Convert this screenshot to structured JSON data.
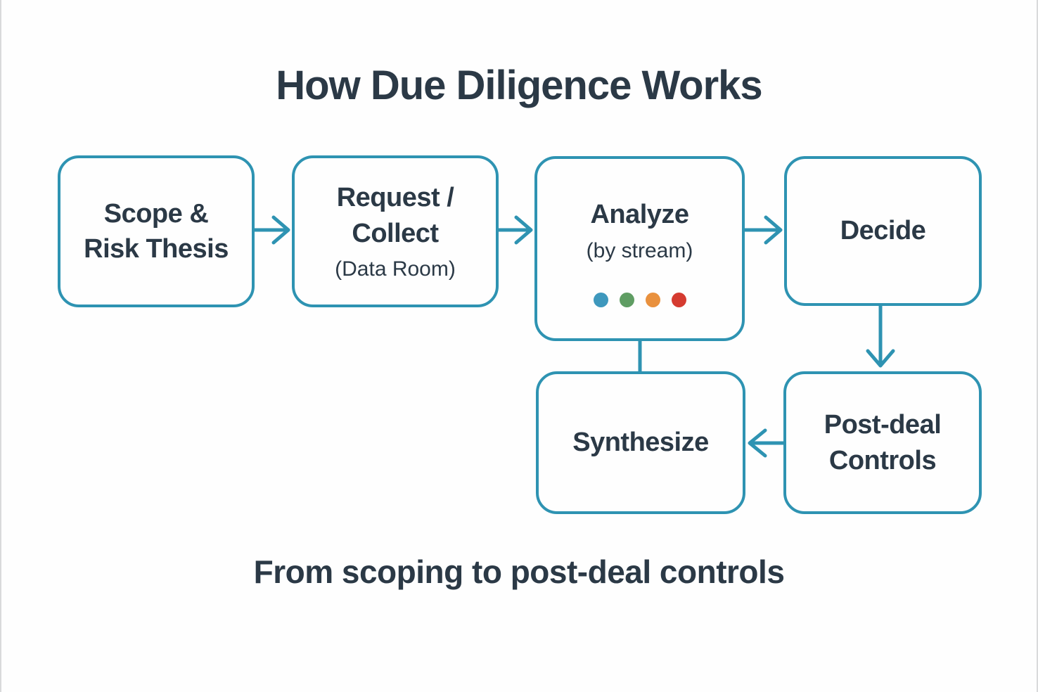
{
  "title": "How Due Diligence Works",
  "caption": "From scoping to post-deal controls",
  "colors": {
    "accent": "#2e93b2",
    "text": "#2b3946",
    "background": "#fefefe"
  },
  "boxes": {
    "scope": {
      "line1": "Scope &",
      "line2": "Risk Thesis"
    },
    "request": {
      "line1": "Request /",
      "line2": "Collect",
      "subtitle": "(Data Room)"
    },
    "analyze": {
      "label": "Analyze",
      "subtitle": "(by stream)",
      "stream_dots": [
        {
          "name": "blue-stream-dot",
          "color": "#3e98bd"
        },
        {
          "name": "green-stream-dot",
          "color": "#5f9d63"
        },
        {
          "name": "orange-stream-dot",
          "color": "#e9913e"
        },
        {
          "name": "red-stream-dot",
          "color": "#d53b30"
        }
      ]
    },
    "decide": {
      "label": "Decide"
    },
    "synthesize": {
      "label": "Synthesize"
    },
    "postdeal": {
      "line1": "Post-deal",
      "line2": "Controls"
    }
  }
}
